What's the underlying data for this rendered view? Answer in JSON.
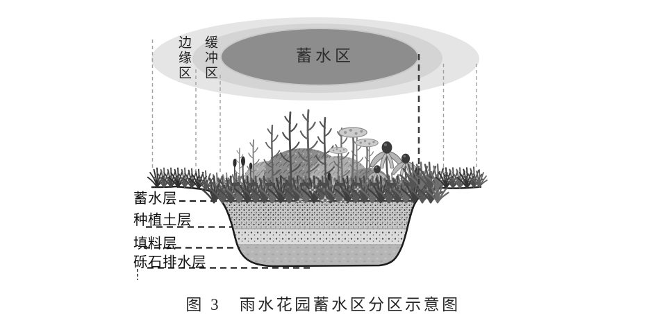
{
  "caption": "图 3　雨水花园蓄水区分区示意图",
  "plan_view": {
    "zone_storage": "蓄水区",
    "zone_buffer": "缓冲区",
    "zone_edge": "边缘区",
    "zone_colors": {
      "storage": "#8d8d8d",
      "buffer": "#d4d4d4",
      "edge": "#e5e5e5"
    }
  },
  "section_view": {
    "layer_ponding": "蓄水层",
    "layer_planting_soil": "种植土层",
    "layer_filler": "填料层",
    "layer_gravel_drain": "砾石排水层"
  }
}
